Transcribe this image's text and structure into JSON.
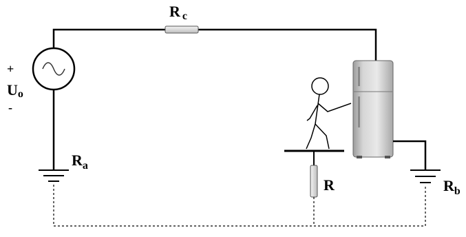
{
  "source": {
    "plus": "+",
    "name_main": "U",
    "name_sub": "o",
    "minus": "-"
  },
  "resistors": {
    "rc": {
      "main": "R",
      "sub": "c"
    },
    "ra": {
      "main": "R",
      "sub": "a"
    },
    "r": {
      "main": "R"
    },
    "rb": {
      "main": "R",
      "sub": "b"
    }
  }
}
